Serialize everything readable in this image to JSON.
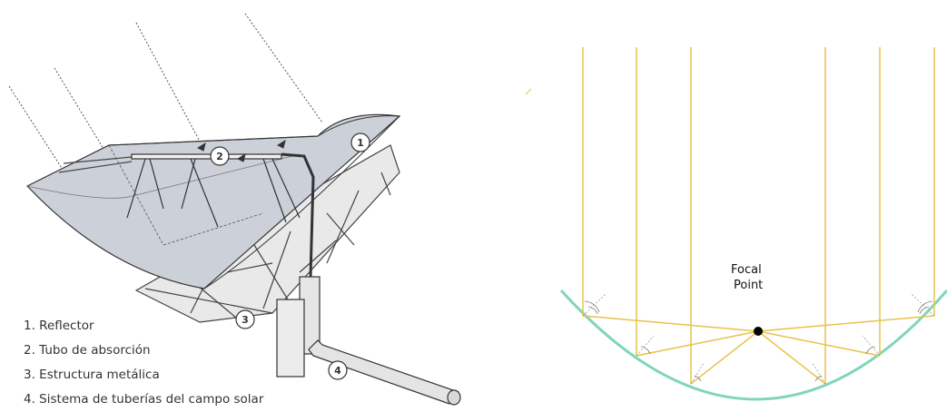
{
  "left_diagram": {
    "callouts": [
      "1",
      "2",
      "3",
      "4"
    ],
    "legend": [
      "1. Reflector",
      "2. Tubo de absorción",
      "3. Estructura metálica",
      "4. Sistema de tuberías del campo solar"
    ]
  },
  "right_diagram": {
    "focal_label_line1": "Focal",
    "focal_label_line2": "Point",
    "colors": {
      "ray": "#e8c24a",
      "parabola": "#7fd6b8",
      "focal_point": "#000000",
      "normal": "#999999"
    }
  }
}
